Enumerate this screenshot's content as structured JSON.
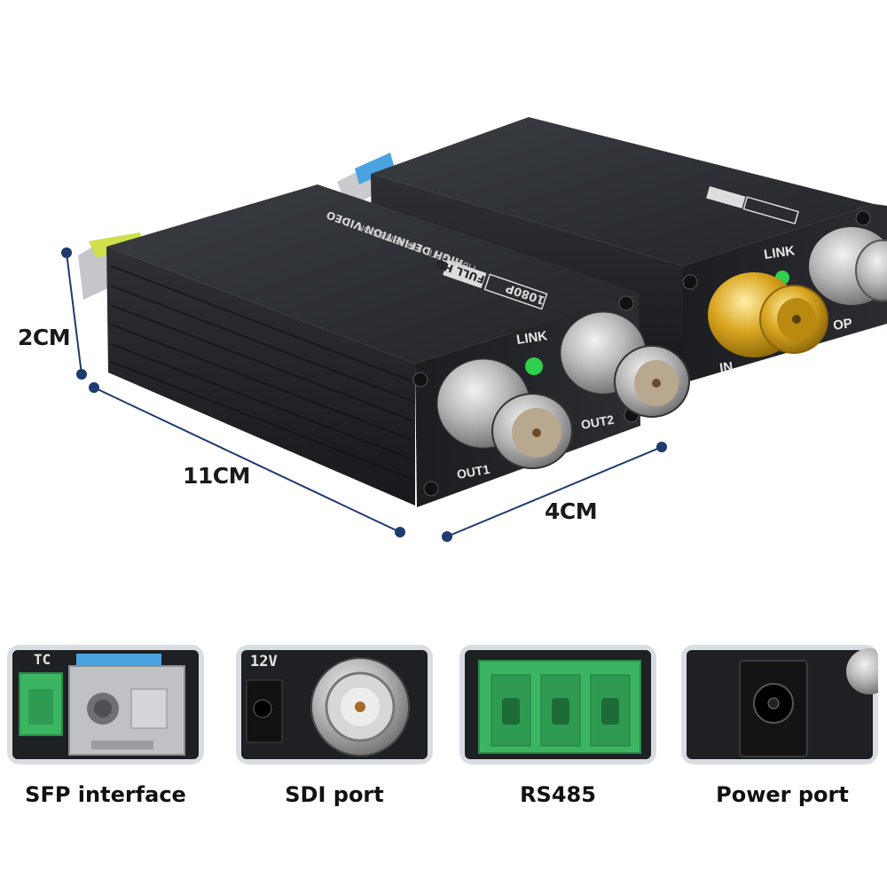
{
  "device": {
    "brand_badge": "FULL HD",
    "resolution_badge": "1080P",
    "title_line1": "HIGH DEFINITION VIDEO",
    "title_line2": "FIBER OPTIC TRANSMISSION",
    "led_label": "LINK",
    "port_out1": "OUT1",
    "port_out2": "OUT2",
    "port_in": "IN",
    "port_loop": "OP"
  },
  "dimensions": {
    "height": "2CM",
    "length": "11CM",
    "width": "4CM"
  },
  "features": [
    {
      "caption": "SFP interface",
      "tag": "TC"
    },
    {
      "caption": "SDI port",
      "tag": "12V"
    },
    {
      "caption": "RS485"
    },
    {
      "caption": "Power port"
    }
  ],
  "colors": {
    "dimension_line": "#1e3a6e",
    "housing": "#2a2c30",
    "terminal_green": "#3bb561",
    "led_green": "#2fcf4f",
    "gold": "#d9a520"
  }
}
